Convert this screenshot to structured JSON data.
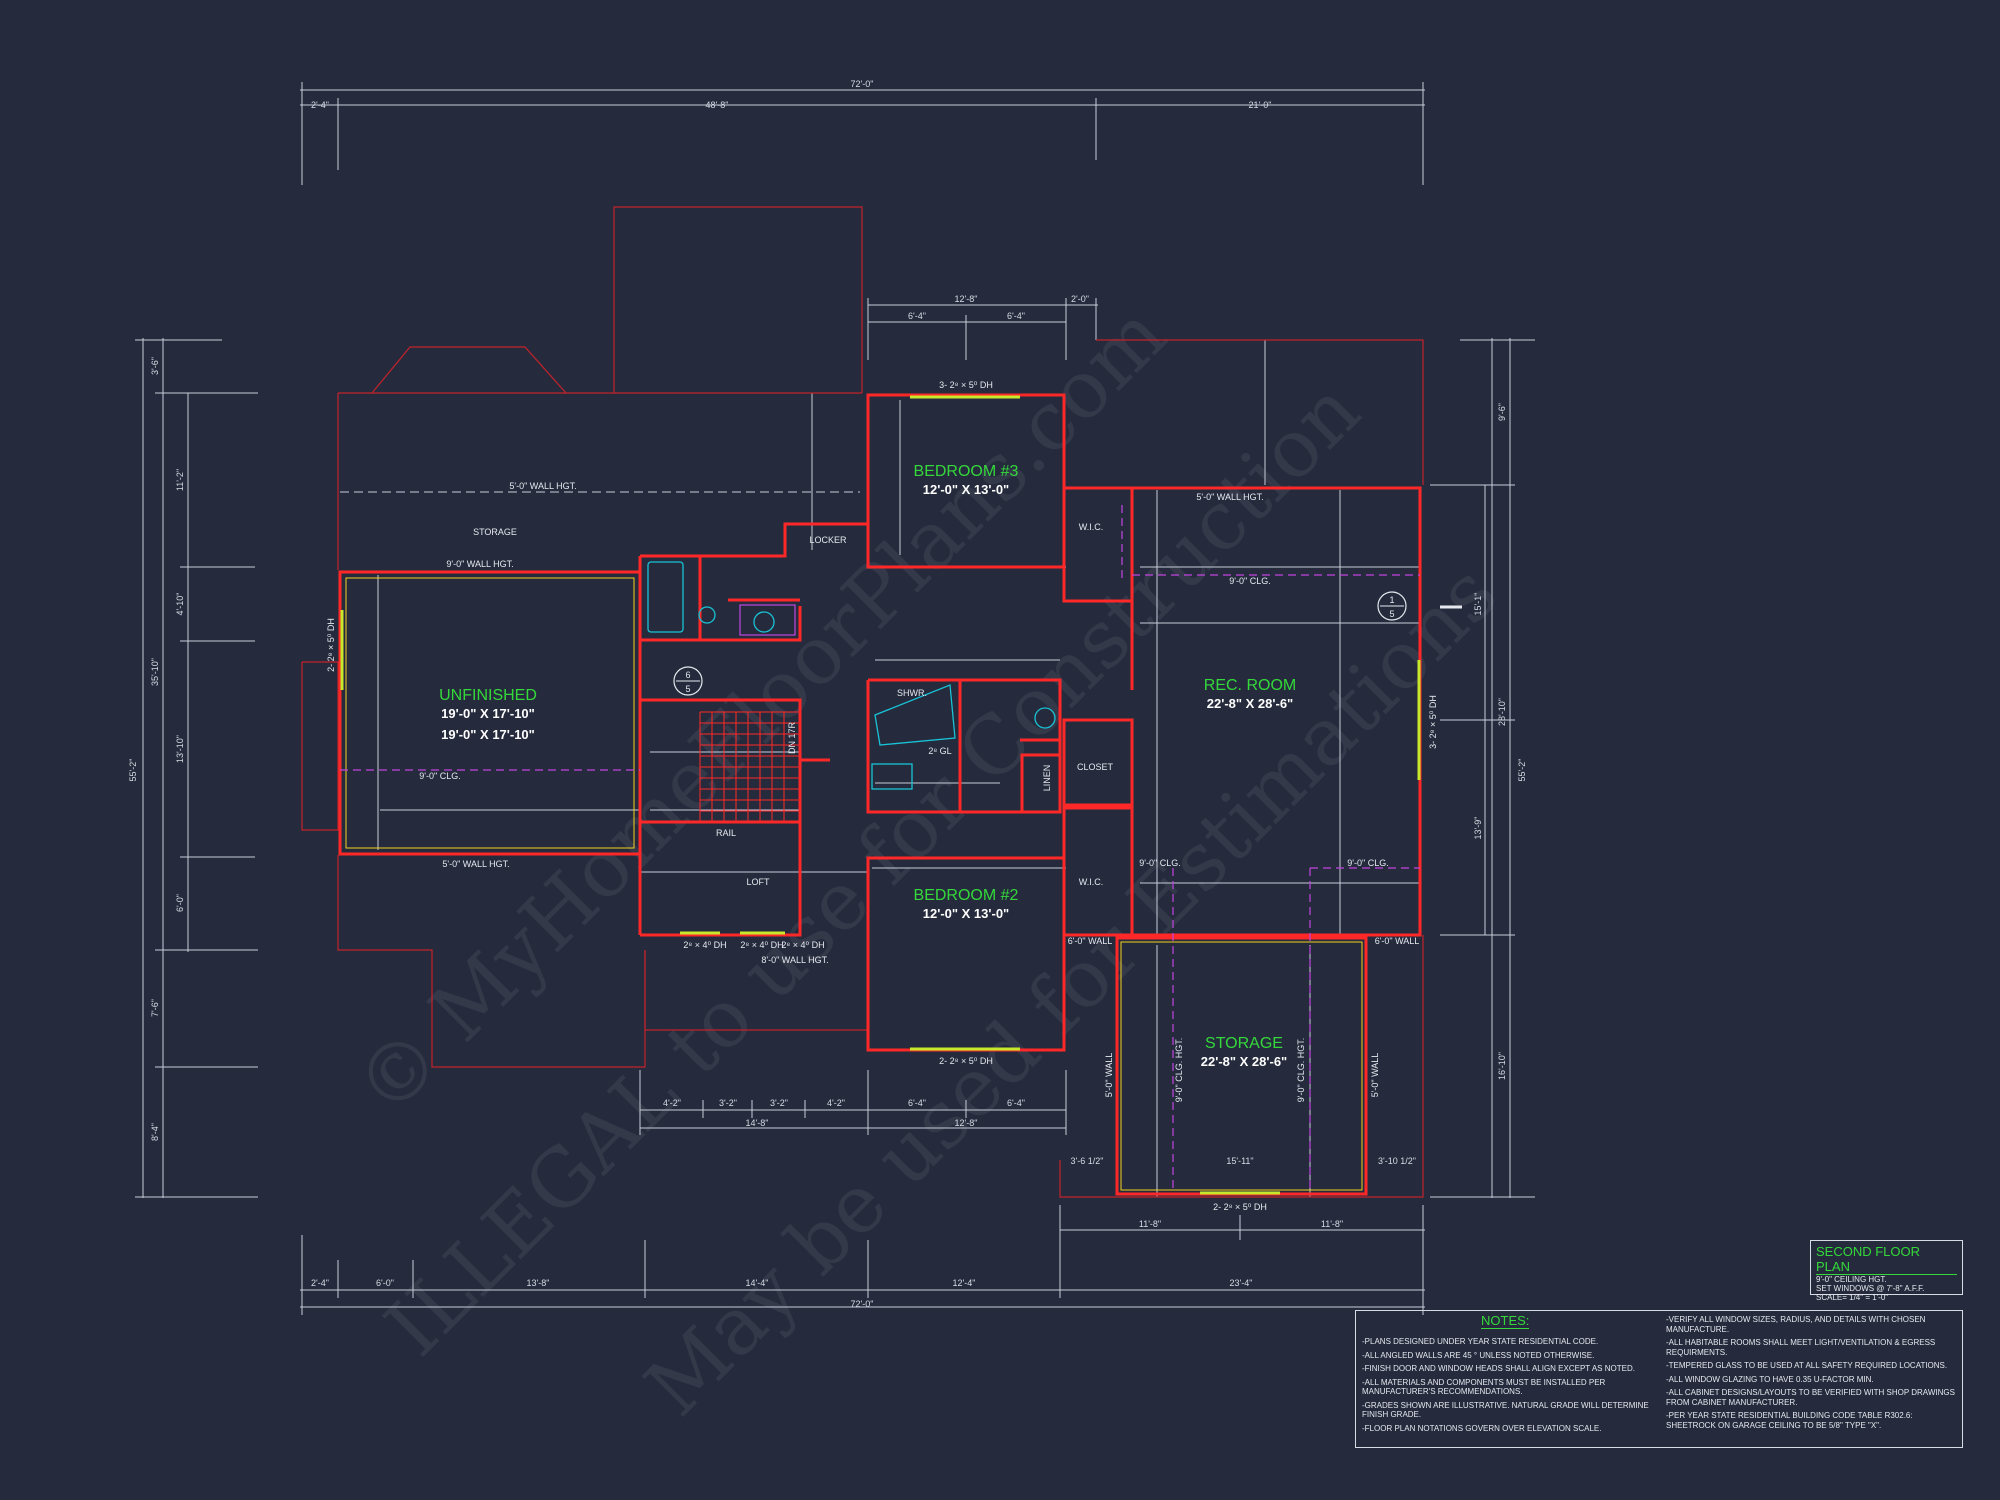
{
  "plan": {
    "watermarks": [
      "© MyHomeFloorPlans.com",
      "ILLEGAL to use for Construction",
      "May be used for Estimations"
    ],
    "overall_dims": {
      "top": "72'-0\"",
      "bottom": "72'-0\"",
      "left": "55'-2\"",
      "right": "55'-2\""
    },
    "top_dims": [
      "2'-4\"",
      "48'-8\"",
      "21'-0\""
    ],
    "bottom_dims": [
      "2'-4\"",
      "6'-0\"",
      "13'-8\"",
      "14'-4\"",
      "12'-4\"",
      "23'-4\""
    ],
    "left_dims": [
      "3'-6\"",
      "11'-2\"",
      "4'-10\"",
      "13'-10\"",
      "6'-0\"",
      "7'-6\"",
      "8'-4\"",
      "35'-10\""
    ],
    "right_dims": [
      "9'-6\"",
      "15'-1\"",
      "13'-9\"",
      "16'-10\"",
      "28'-10\""
    ],
    "bedroom3_top_dims": [
      "12'-8\"",
      "2'-0\"",
      "6'-4\"",
      "6'-4\""
    ],
    "lower_dims": [
      "4'-2\"",
      "3'-2\"",
      "3'-2\"",
      "4'-2\"",
      "6'-4\"",
      "6'-4\"",
      "14'-8\"",
      "12'-8\""
    ],
    "storage_dims": [
      "3'-6 1/2\"",
      "15'-11\"",
      "3'-10 1/2\"",
      "11'-8\"",
      "11'-8\""
    ],
    "rooms": [
      {
        "name": "UNFINISHED",
        "size": "19'-0\" X 17'-10\"",
        "size2": "19'-0\" X 17'-10\""
      },
      {
        "name": "BEDROOM #3",
        "size": "12'-0\" X 13'-0\""
      },
      {
        "name": "REC. ROOM",
        "size": "22'-8\" X 28'-6\""
      },
      {
        "name": "BEDROOM #2",
        "size": "12'-0\" X 13'-0\""
      },
      {
        "name": "STORAGE",
        "size": "22'-8\" X 28'-6\""
      }
    ],
    "labels": {
      "storage_attic": "STORAGE",
      "wall_hgt_5": "5'-0\" WALL HGT.",
      "wall_hgt_9": "9'-0\" WALL HGT.",
      "wall_hgt_8": "8'-0\" WALL HGT.",
      "locker": "LOCKER",
      "wic": "W.I.C.",
      "closet": "CLOSET",
      "linen": "LINEN",
      "shwr": "SHWR.",
      "loft": "LOFT",
      "rail": "RAIL",
      "dn": "DN 17R",
      "clg9": "9'-0\" CLG.",
      "clg9_hgt": "9'-0\" CLG. HGT.",
      "wall_6": "6'-0\" WALL",
      "wall_5": "5'-0\" WALL",
      "win_b3": "3- 2⁸ × 5⁰ DH",
      "win_b2": "2- 2⁸ × 5⁰ DH",
      "win_rec": "3- 2⁸ × 5⁰ DH",
      "win_unf": "2- 2⁸ × 5⁰ DH",
      "win_loft1": "2⁸ × 4⁰ DH",
      "win_loft2": "2⁸ × 4⁰ DH",
      "win_loft3": "2⁸ × 4⁰ DH",
      "win_stor": "2- 2⁸ × 5⁰ DH",
      "gl": "2⁸ GL",
      "section_a": "6",
      "section_a2": "5",
      "section_b": "1",
      "section_b2": "5"
    },
    "colors": {
      "background": "#252b3d",
      "walls": "#ff2828",
      "room_labels": "#34d83a",
      "ceiling_lines": "#c044e0",
      "windows": "#c8e82b"
    }
  },
  "title_block": {
    "title": "SECOND FLOOR PLAN",
    "lines": [
      "9'-0\" CEILING HGT.",
      "SET WINDOWS @ 7'-8\" A.F.F.",
      "SCALE= 1/4\" = 1'-0\""
    ]
  },
  "notes": {
    "title": "NOTES:",
    "left": [
      "-PLANS DESIGNED UNDER YEAR STATE RESIDENTIAL CODE.",
      "-ALL ANGLED WALLS ARE 45 ° UNLESS NOTED OTHERWISE.",
      "-FINISH DOOR AND WINDOW HEADS SHALL ALIGN EXCEPT AS NOTED.",
      "-ALL MATERIALS AND COMPONENTS MUST BE INSTALLED PER MANUFACTURER'S RECOMMENDATIONS.",
      "-GRADES SHOWN ARE ILLUSTRATIVE. NATURAL GRADE WILL DETERMINE FINISH GRADE.",
      "-FLOOR PLAN NOTATIONS GOVERN OVER ELEVATION SCALE."
    ],
    "right": [
      "-VERIFY ALL WINDOW SIZES, RADIUS, AND DETAILS WITH CHOSEN MANUFACTURE.",
      "-ALL HABITABLE ROOMS SHALL MEET LIGHT/VENTILATION & EGRESS REQUIRMENTS.",
      "-TEMPERED GLASS TO BE USED AT ALL SAFETY REQUIRED LOCATIONS.",
      "-ALL WINDOW GLAZING TO HAVE 0.35 U-FACTOR MIN.",
      "-ALL CABINET DESIGNS/LAYOUTS TO BE VERIFIED WITH SHOP DRAWINGS FROM CABINET MANUFACTURER.",
      "-PER YEAR STATE RESIDENTIAL BUILDING CODE TABLE R302.6: SHEETROCK ON GARAGE CEILING TO BE 5/8\" TYPE \"X\"."
    ]
  }
}
